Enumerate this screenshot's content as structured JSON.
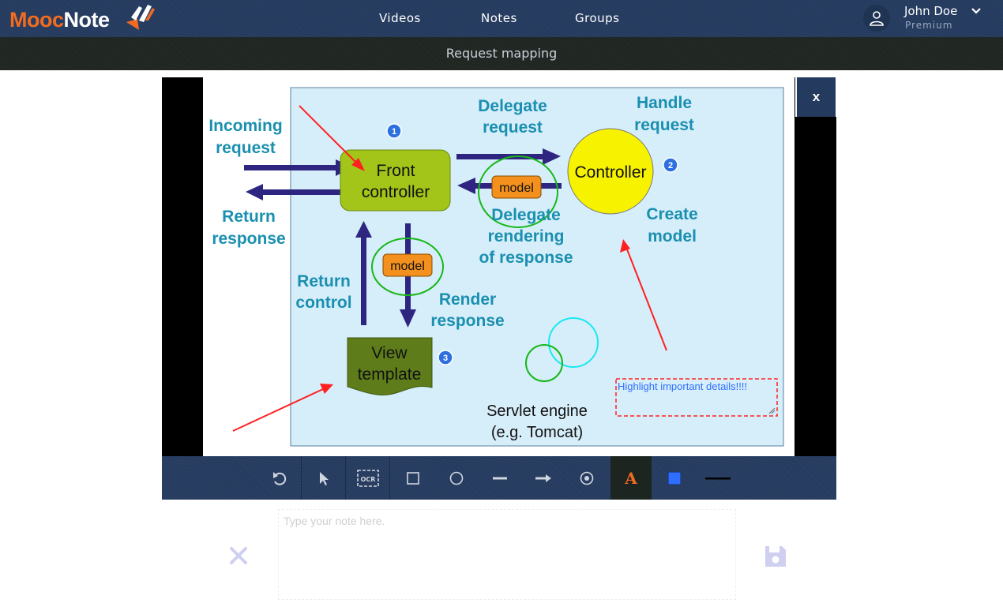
{
  "header": {
    "logo_part1": "Mooc",
    "logo_part2": "Note",
    "nav": [
      "Videos",
      "Notes",
      "Groups"
    ],
    "user": {
      "name": "John Doe",
      "plan": "Premium"
    }
  },
  "subheader": {
    "title": "Request mapping"
  },
  "viewer": {
    "close_label": "x",
    "slide": {
      "labels": {
        "incoming_request": [
          "Incoming",
          "request"
        ],
        "return_response": [
          "Return",
          "response"
        ],
        "delegate_request": [
          "Delegate",
          "request"
        ],
        "handle_request": [
          "Handle",
          "request"
        ],
        "delegate_rendering": [
          "Delegate",
          "rendering",
          "of response"
        ],
        "create_model": [
          "Create",
          "model"
        ],
        "return_control": [
          "Return",
          "control"
        ],
        "render_response": [
          "Render",
          "response"
        ],
        "front_controller": [
          "Front",
          "controller"
        ],
        "controller": "Controller",
        "model_1": "model",
        "model_2": "model",
        "view_template": [
          "View",
          "template"
        ],
        "servlet_engine": [
          "Servlet engine",
          "(e.g. Tomcat)"
        ],
        "badges": [
          "1",
          "2",
          "3"
        ]
      },
      "annotation_text": "Highlight important details!!!!"
    }
  },
  "toolbar": {
    "tools": [
      "undo-icon",
      "pointer-icon",
      "ocr-icon",
      "rectangle-icon",
      "circle-icon",
      "line-icon",
      "arrow-icon",
      "dot-icon",
      "text-icon",
      "color-swatch",
      "stroke-width"
    ],
    "ocr_label": "OCR",
    "text_label": "A",
    "accent_color": "#f36b21",
    "swatch_color": "#2f6fff"
  },
  "note": {
    "placeholder": "Type your note here."
  }
}
